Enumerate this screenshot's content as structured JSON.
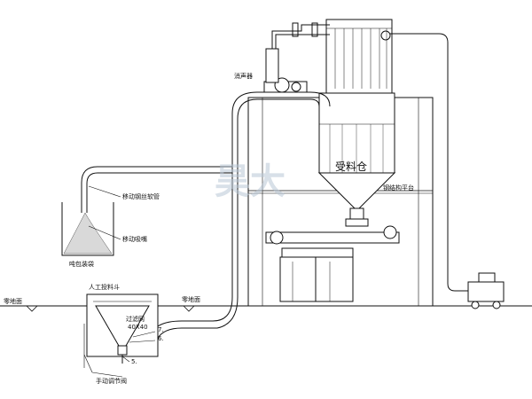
{
  "labels": {
    "silencer": "消声器",
    "receiving_bin": "受料仓",
    "steel_platform": "钢结构平台",
    "steel_wire_hose": "移动钢丝软管",
    "mobile_suction_nozzle": "移动吸嘴",
    "ton_bag": "吨包装袋",
    "manual_hopper": "人工投料斗",
    "ground_left": "零地面",
    "ground_right": "零地面",
    "filter_screen": "过滤网",
    "screen_size": "40X40",
    "manual_valve": "手动调节阀",
    "callout_5": "5.",
    "callout_6": "6.",
    "callout_7": "7."
  },
  "watermark": "昊大",
  "colors": {
    "line": "#111111",
    "hatch": "#555555",
    "watermark": "#b9c7d6"
  }
}
